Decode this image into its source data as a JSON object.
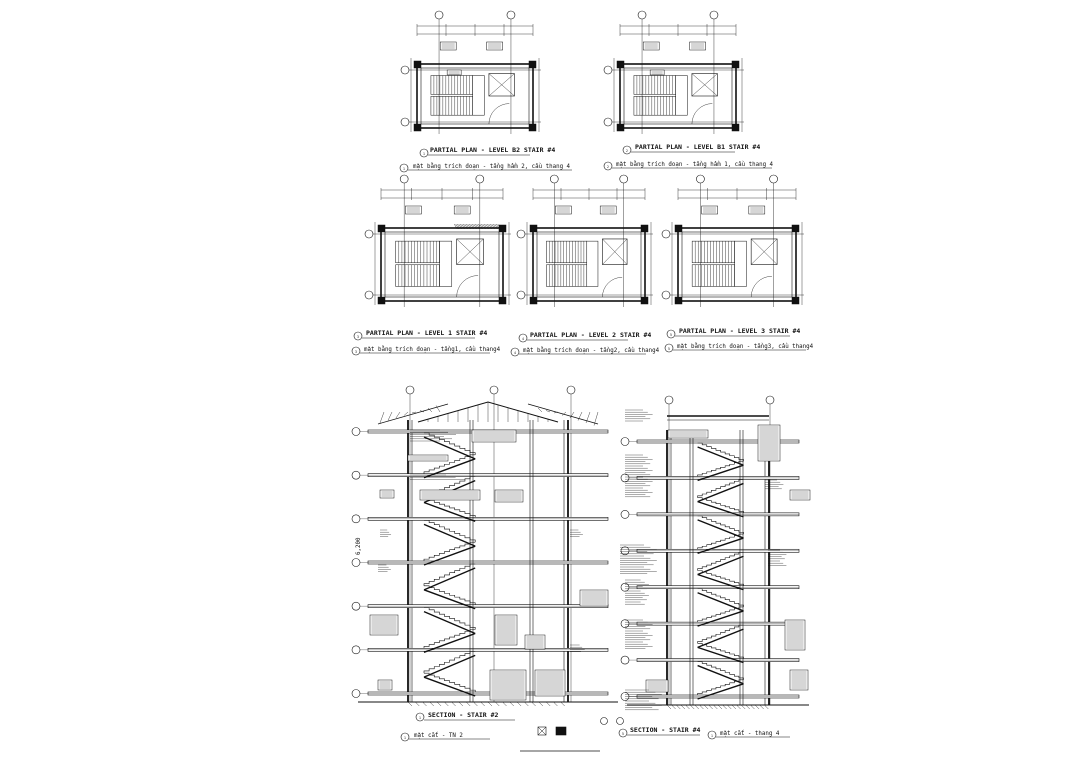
{
  "drawing": {
    "plans": [
      {
        "id": "b2",
        "title": "PARTIAL PLAN - LEVEL B2 STAIR #4",
        "num_top": "1",
        "num_bottom": "1",
        "subtitle": "mặt bằng trích đoạn - tầng hầm 2, cầu thang 4"
      },
      {
        "id": "b1",
        "title": "PARTIAL PLAN - LEVEL B1 STAIR #4",
        "num_top": "2",
        "num_bottom": "2",
        "subtitle": "mặt bằng trích đoạn - tầng hầm 1, cầu thang 4"
      },
      {
        "id": "l1",
        "title": "PARTIAL PLAN - LEVEL 1 STAIR #4",
        "num_top": "3",
        "num_bottom": "3",
        "subtitle": "mặt bằng trích đoạn - tầng1, cầu thang4"
      },
      {
        "id": "l2",
        "title": "PARTIAL PLAN - LEVEL 2 STAIR #4",
        "num_top": "4",
        "num_bottom": "4",
        "subtitle": "mặt bằng trích đoạn - tầng2, cầu thang4"
      },
      {
        "id": "l3",
        "title": "PARTIAL PLAN - LEVEL 3 STAIR #4",
        "num_top": "5",
        "num_bottom": "5",
        "subtitle": "mặt bằng trích đoạn - tầng3, cầu thang4"
      }
    ],
    "sections": [
      {
        "id": "s2",
        "title": "SECTION - STAIR #2",
        "num_top": "1",
        "num_bottom": "1",
        "subtitle": "mặt cắt - TN 2",
        "dim": "6,200"
      },
      {
        "id": "s4",
        "title": "SECTION - STAIR #4",
        "num_top": "5",
        "num_bottom": "1",
        "subtitle": "mặt cắt - thang 4"
      }
    ]
  }
}
